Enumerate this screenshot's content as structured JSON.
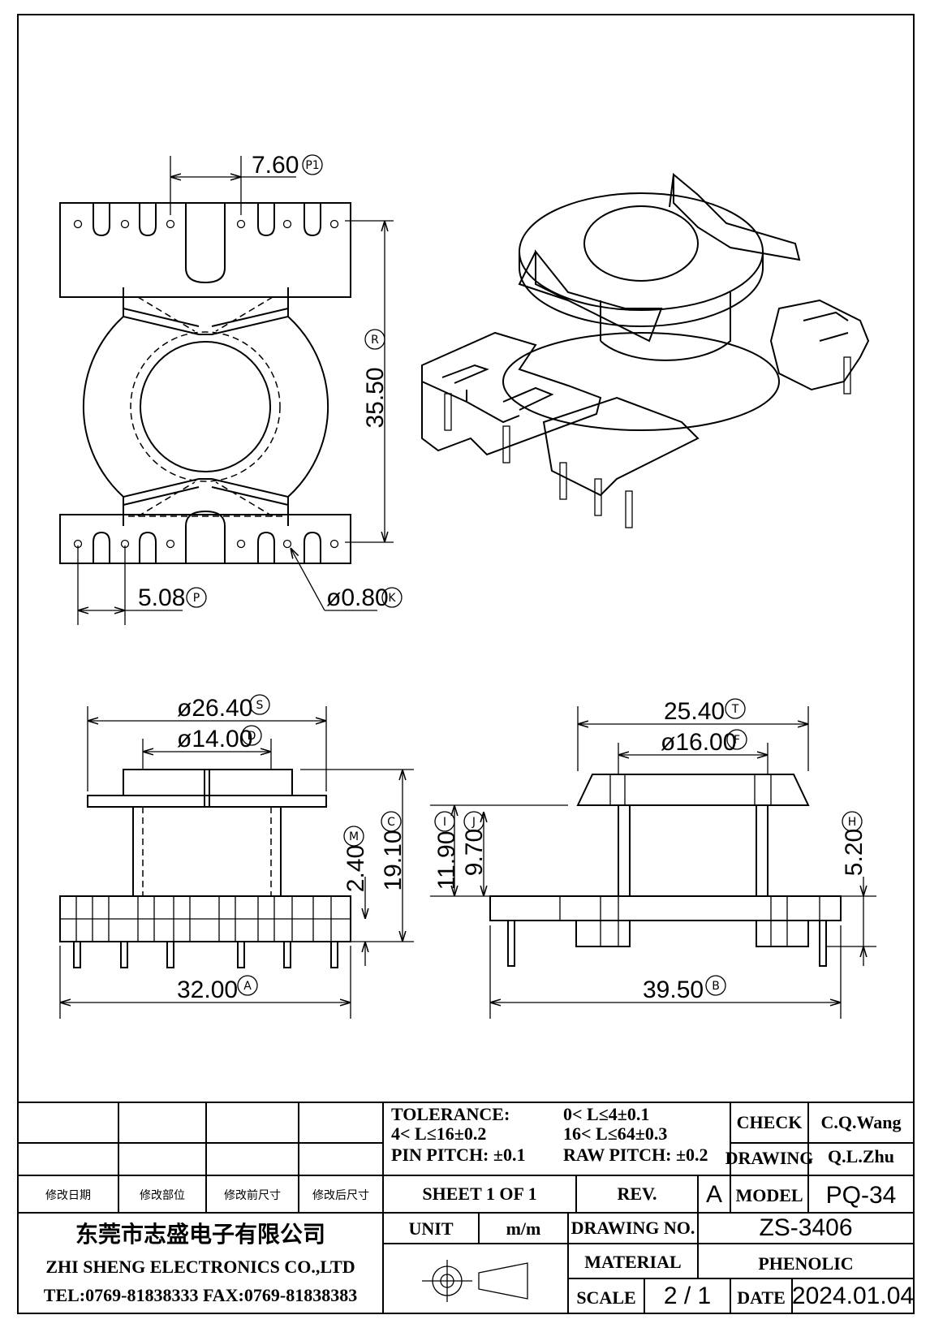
{
  "drawing": {
    "dim_pin_spacing": "7.60",
    "dim_pin_spacing_tag": "P1",
    "dim_height": "35.50",
    "dim_height_tag": "R",
    "dim_pitch": "5.08",
    "dim_pitch_tag": "P",
    "dim_pin_dia": "ø0.80",
    "dim_pin_dia_tag": "K",
    "dim_flange_dia": "ø26.40",
    "dim_flange_dia_tag": "S",
    "dim_core_dia": "ø14.00",
    "dim_core_dia_tag": "D",
    "dim_side_width": "25.40",
    "dim_side_width_tag": "T",
    "dim_inner_dia": "ø16.00",
    "dim_inner_dia_tag": "F",
    "dim_total_h": "19.10",
    "dim_total_h_tag": "C",
    "dim_base_h": "2.40",
    "dim_base_h_tag": "M",
    "dim_h_i": "11.90",
    "dim_h_i_tag": "I",
    "dim_h_j": "9.70",
    "dim_h_j_tag": "J",
    "dim_h_h": "5.20",
    "dim_h_h_tag": "H",
    "dim_width_a": "32.00",
    "dim_width_a_tag": "A",
    "dim_width_b": "39.50",
    "dim_width_b_tag": "B"
  },
  "title_block": {
    "tolerance_label": "TOLERANCE:",
    "tol_1": "0< L≤4±0.1",
    "tol_2": "4< L≤16±0.2",
    "tol_3": "16< L≤64±0.3",
    "pin_pitch": "PIN PITCH: ±0.1",
    "raw_pitch": "RAW PITCH: ±0.2",
    "check_label": "CHECK",
    "check_value": "C.Q.Wang",
    "drawing_label": "DRAWING",
    "drawing_value": "Q.L.Zhu",
    "rev_col_date": "修改日期",
    "rev_col_part": "修改部位",
    "rev_col_before": "修改前尺寸",
    "rev_col_after": "修改后尺寸",
    "sheet": "SHEET 1 OF 1",
    "rev_label": "REV.",
    "rev_value": "A",
    "model_label": "MODEL",
    "model_value": "PQ-34",
    "company_cn": "东莞市志盛电子有限公司",
    "company_en": "ZHI SHENG ELECTRONICS CO.,LTD",
    "contact": "TEL:0769-81838333 FAX:0769-81838383",
    "unit_label": "UNIT",
    "unit_value": "m/m",
    "drawing_no_label": "DRAWING NO.",
    "drawing_no_value": "ZS-3406",
    "material_label": "MATERIAL",
    "material_value": "PHENOLIC",
    "scale_label": "SCALE",
    "scale_value": "2 / 1",
    "date_label": "DATE",
    "date_value": "2024.01.04"
  }
}
